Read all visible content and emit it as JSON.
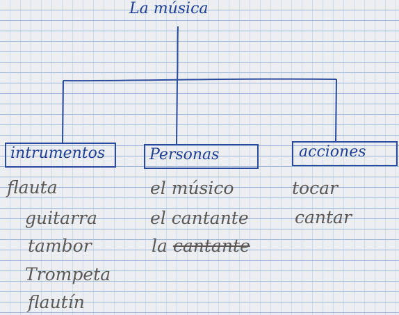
{
  "title": "La música",
  "categories": [
    {
      "label": "intrumentos",
      "items": [
        {
          "text": "flauta",
          "struck": false
        },
        {
          "text": "guitarra",
          "struck": false
        },
        {
          "text": "tambor",
          "struck": false
        },
        {
          "text": "Trompeta",
          "struck": false
        },
        {
          "text": "flautín",
          "struck": false
        }
      ]
    },
    {
      "label": "Personas",
      "items": [
        {
          "text": "el músico",
          "struck": false
        },
        {
          "text": "el cantante",
          "struck": false
        },
        {
          "prefix": "la",
          "text": "cantante",
          "struck": true
        }
      ]
    },
    {
      "label": "acciones",
      "items": [
        {
          "text": "tocar",
          "struck": false
        },
        {
          "text": "cantar",
          "struck": false
        }
      ]
    }
  ],
  "colors": {
    "ink": "#1f3f96",
    "pencil": "#5b5855",
    "paper": "#eceef1",
    "rule_line": "#9fb8d8"
  }
}
